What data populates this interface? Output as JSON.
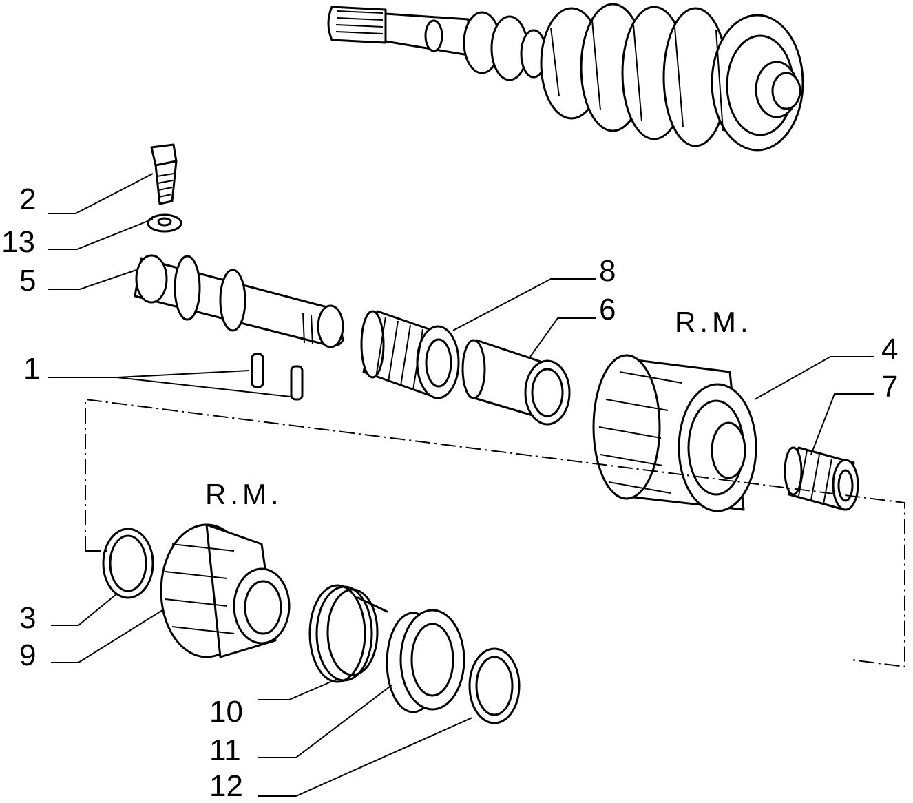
{
  "callouts": {
    "c1": "1",
    "c2": "2",
    "c3": "3",
    "c4": "4",
    "c5": "5",
    "c6": "6",
    "c7": "7",
    "c8": "8",
    "c9": "9",
    "c10": "10",
    "c11": "11",
    "c12": "12",
    "c13": "13"
  },
  "notes": {
    "rm_upper": "R.M.",
    "rm_lower": "R.M."
  }
}
